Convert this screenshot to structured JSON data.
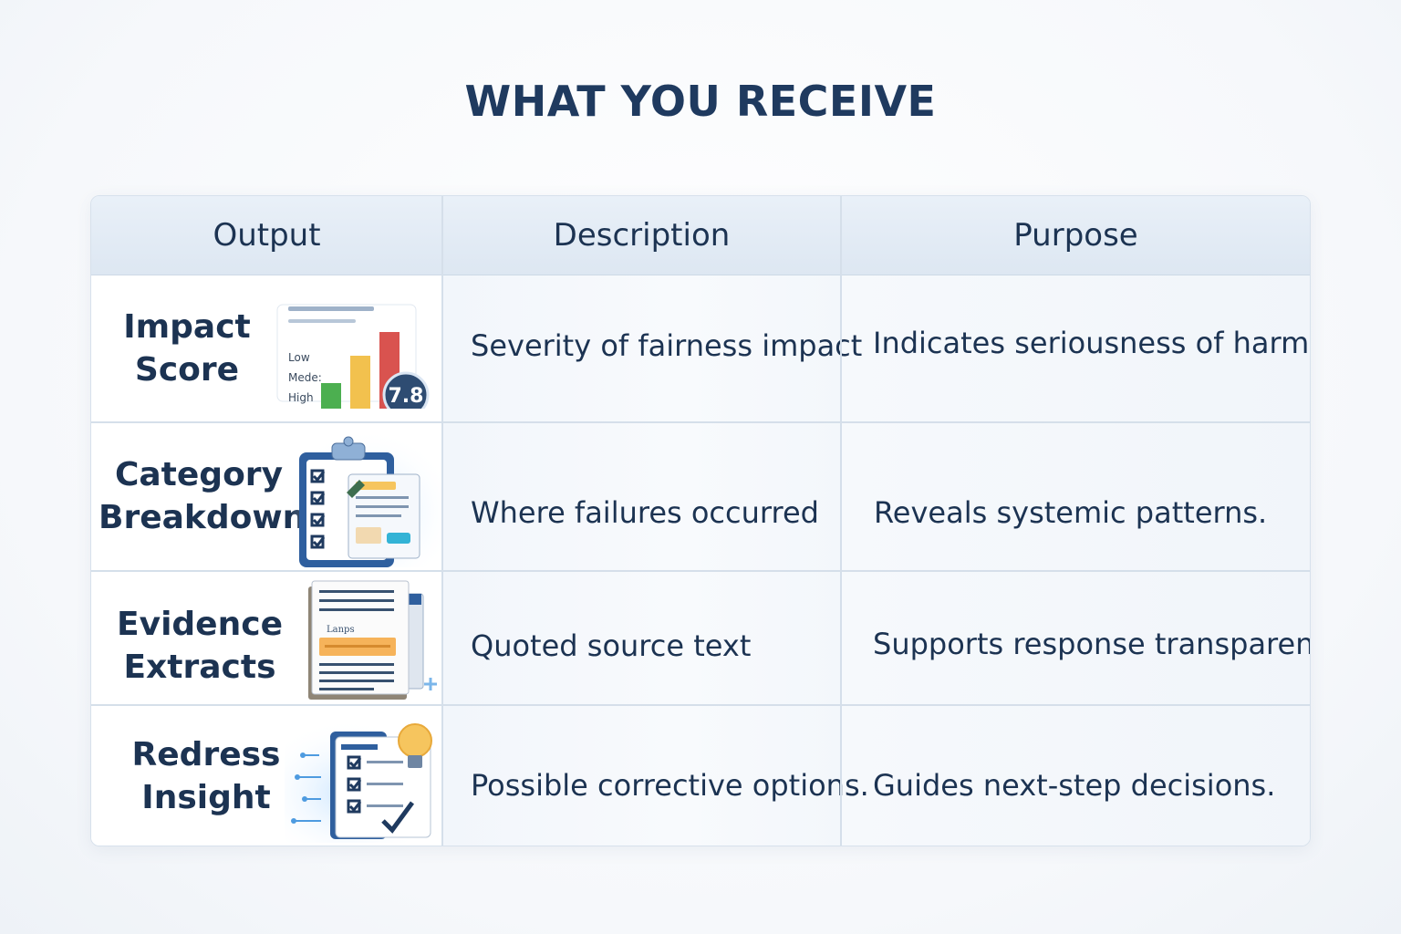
{
  "title": "WHAT YOU RECEIVE",
  "table": {
    "headers": [
      "Output",
      "Description",
      "Purpose"
    ],
    "rows": [
      {
        "output": [
          "Impact",
          "Score"
        ],
        "description": "Severity of fairness impact",
        "purpose": "Indicates seriousness of harm.",
        "icon": "bar-chart-score-icon",
        "icon_text": {
          "low": "Low",
          "medium": "Mede:",
          "high": "High",
          "score": "7.8"
        }
      },
      {
        "output": [
          "Category",
          "Breakdown"
        ],
        "description": "Where failures occurred",
        "purpose": "Reveals systemic patterns.",
        "icon": "clipboard-checklist-icon"
      },
      {
        "output": [
          "Evidence",
          "Extracts"
        ],
        "description": "Quoted source text",
        "purpose": "Supports response transparency.",
        "icon": "document-highlight-icon",
        "icon_text": {
          "label": "Lanps"
        }
      },
      {
        "output": [
          "Redress",
          "Insight"
        ],
        "description": "Possible corrective options.",
        "purpose": "Guides next-step decisions.",
        "icon": "checklist-lightbulb-icon"
      }
    ]
  },
  "colors": {
    "title": "#1f3a5f",
    "text": "#1c3352",
    "header_bg": "#e3ebf5",
    "border": "#d5dfea",
    "bar_green": "#4caf50",
    "bar_yellow": "#f2c14e",
    "bar_red": "#d9534f",
    "accent_blue": "#2f6db5"
  }
}
